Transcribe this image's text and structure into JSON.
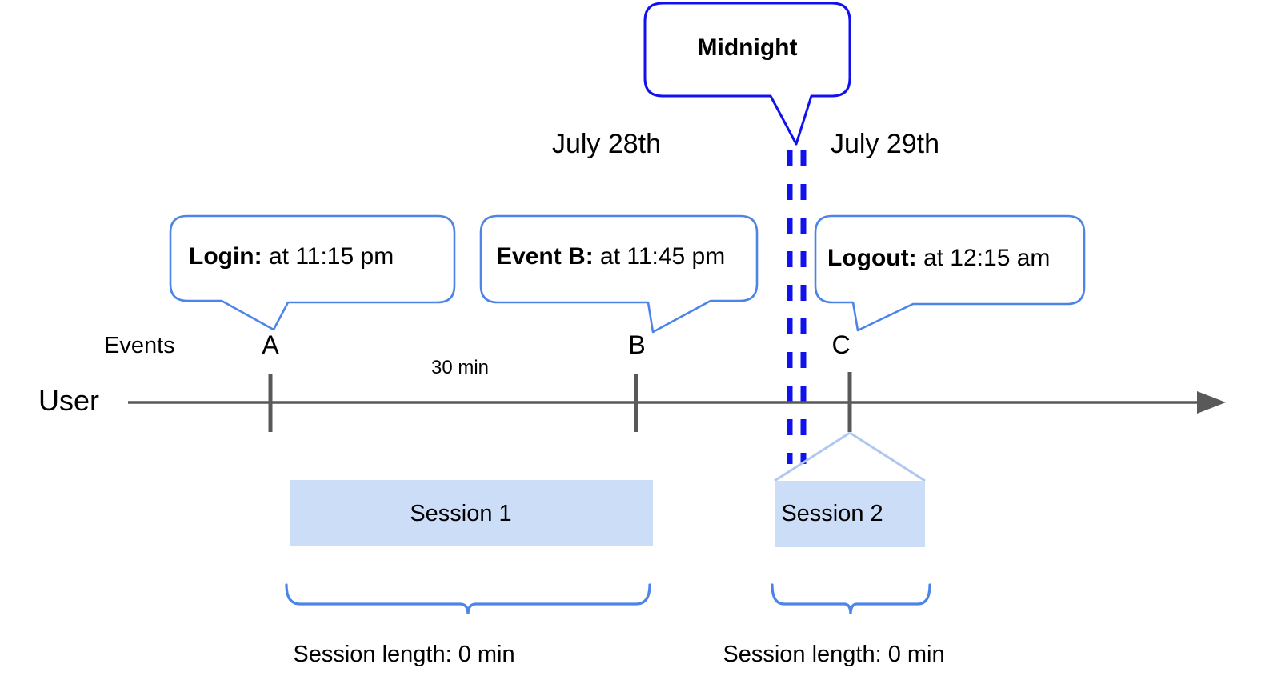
{
  "diagram": {
    "title_callout": {
      "label": "Midnight"
    },
    "dates": [
      {
        "label": "July 28th"
      },
      {
        "label": "July 29th"
      }
    ],
    "event_callouts": [
      {
        "bold": "Login:",
        "rest": " at 11:15 pm"
      },
      {
        "bold": "Event B:",
        "rest": " at 11:45 pm"
      },
      {
        "bold": "Logout:",
        "rest": " at 12:15 am"
      }
    ],
    "events_row_label": "Events",
    "event_letters": [
      "A",
      "B",
      "C"
    ],
    "axis_label": "User",
    "gap_label": "30 min",
    "sessions": [
      {
        "label": "Session 1",
        "length_label": "Session length: 0 min"
      },
      {
        "label": "Session 2",
        "length_label": "Session length: 0 min"
      }
    ],
    "colors": {
      "callout_border": "#4C84E8",
      "midnight_border": "#1111EE",
      "midnight_dashed": "#1111EE",
      "session_fill": "#CCDDF7",
      "connector": "#AFC8F0",
      "brace": "#4C84E8",
      "axis": "#595959",
      "tick": "#595959",
      "text": "#000000"
    }
  }
}
